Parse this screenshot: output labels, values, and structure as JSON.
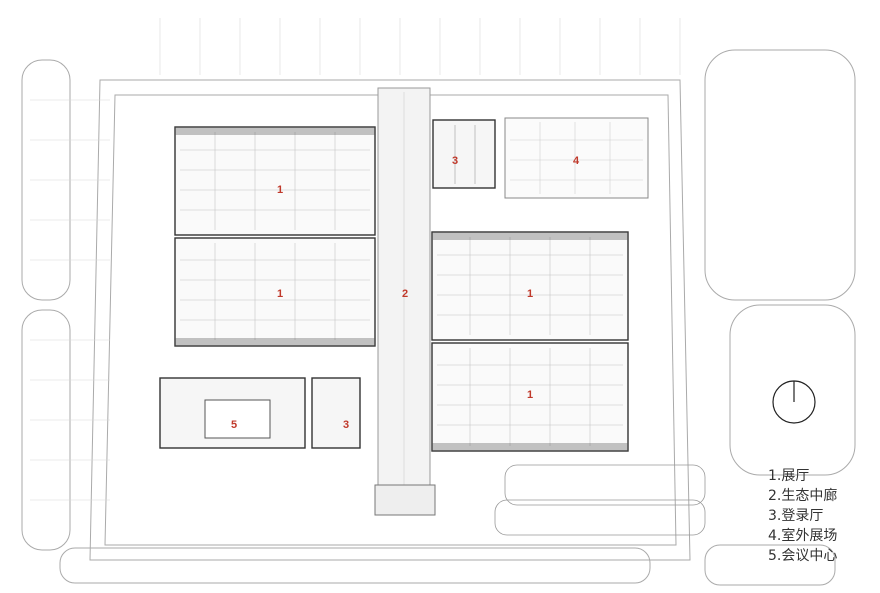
{
  "plan": {
    "labels": {
      "hall_nw_upper": "1",
      "hall_nw_lower": "1",
      "hall_e_upper": "1",
      "hall_e_lower": "1",
      "corridor": "2",
      "registration_north": "3",
      "registration_south": "3",
      "outdoor_exhibition": "4",
      "conference_center": "5"
    }
  },
  "legend": {
    "items": [
      "1.展厅",
      "2.生态中廊",
      "3.登录厅",
      "4.室外展场",
      "5.会议中心"
    ]
  },
  "colors": {
    "label": "#c0392b",
    "line": "#9a9a9a",
    "wall": "#333333"
  }
}
